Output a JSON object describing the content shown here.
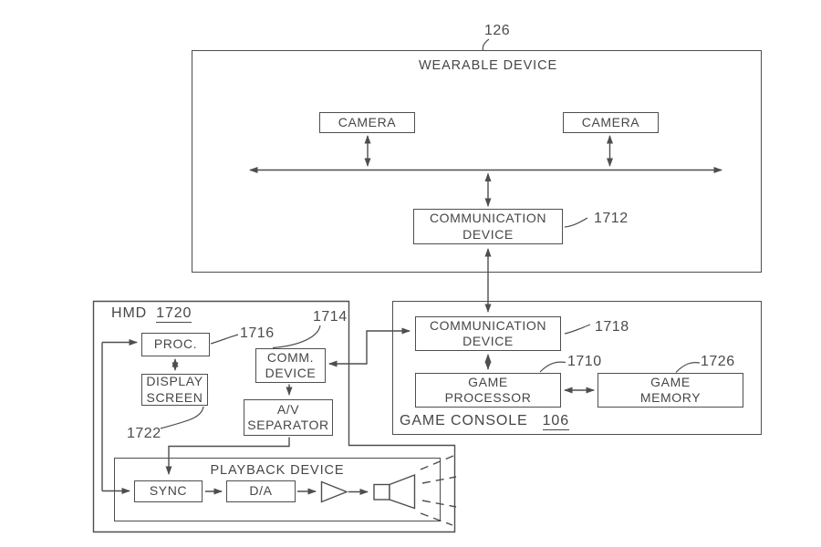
{
  "figure": {
    "wearable": {
      "title": "WEARABLE DEVICE",
      "ref": "126",
      "camera_left": "CAMERA",
      "camera_right": "CAMERA",
      "comm_device": "COMMUNICATION DEVICE",
      "comm_ref": "1712"
    },
    "hmd": {
      "title": "HMD",
      "ref": "1720",
      "proc": "PROC.",
      "proc_ref": "1716",
      "display_screen": "DISPLAY SCREEN",
      "display_ref": "1722",
      "comm_device": "COMM. DEVICE",
      "comm_ref": "1714",
      "av_separator": "A/V SEPARATOR"
    },
    "playback": {
      "title": "PLAYBACK DEVICE",
      "sync": "SYNC",
      "da": "D/A"
    },
    "console": {
      "title": "GAME CONSOLE",
      "ref": "106",
      "comm_device": "COMMUNICATION DEVICE",
      "comm_ref": "1718",
      "processor": "GAME PROCESSOR",
      "processor_ref": "1710",
      "memory": "GAME MEMORY",
      "memory_ref": "1726"
    },
    "colors": {
      "ink": "#4e4e4e",
      "background": "#ffffff"
    },
    "icons": {
      "amplifier": "amplifier-triangle-icon",
      "speaker": "speaker-horn-icon",
      "sound": "sound-waves-icon"
    }
  }
}
